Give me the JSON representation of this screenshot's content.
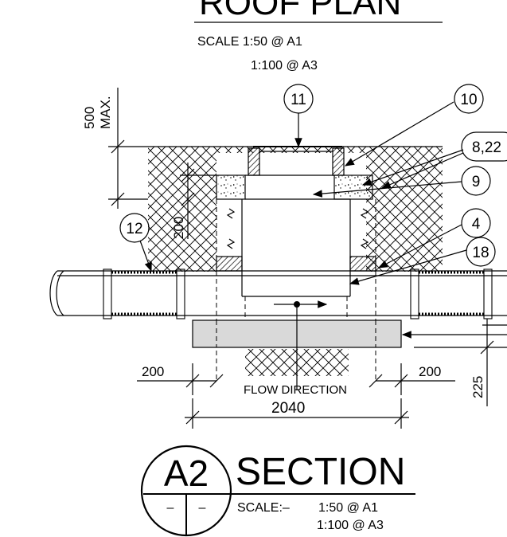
{
  "header": {
    "title": "ROOF PLAN",
    "scale_line1": "SCALE  1:50  @  A1",
    "scale_line2": "1:100  @  A3"
  },
  "callouts": [
    "11",
    "10",
    "8,22",
    "9",
    "4",
    "18",
    "12"
  ],
  "dimensions": {
    "vertical_max": "500\nMAX.",
    "vertical_max_line1": "500",
    "vertical_max_line2": "MAX.",
    "vertical_200": "200",
    "horizontal_left": "200",
    "horizontal_right": "200",
    "overall": "2040",
    "vertical_225": "225"
  },
  "annotations": {
    "flow_direction": "FLOW DIRECTION"
  },
  "section_block": {
    "badge_id": "A2",
    "badge_left": "–",
    "badge_right": "–",
    "title": "SECTION",
    "scale_label": "SCALE:–",
    "scale_line1": "1:50  @  A1",
    "scale_line2": "1:100  @  A3"
  },
  "colors": {
    "line": "#000000",
    "concrete_fill": "#d9d9d9",
    "background": "#ffffff"
  }
}
